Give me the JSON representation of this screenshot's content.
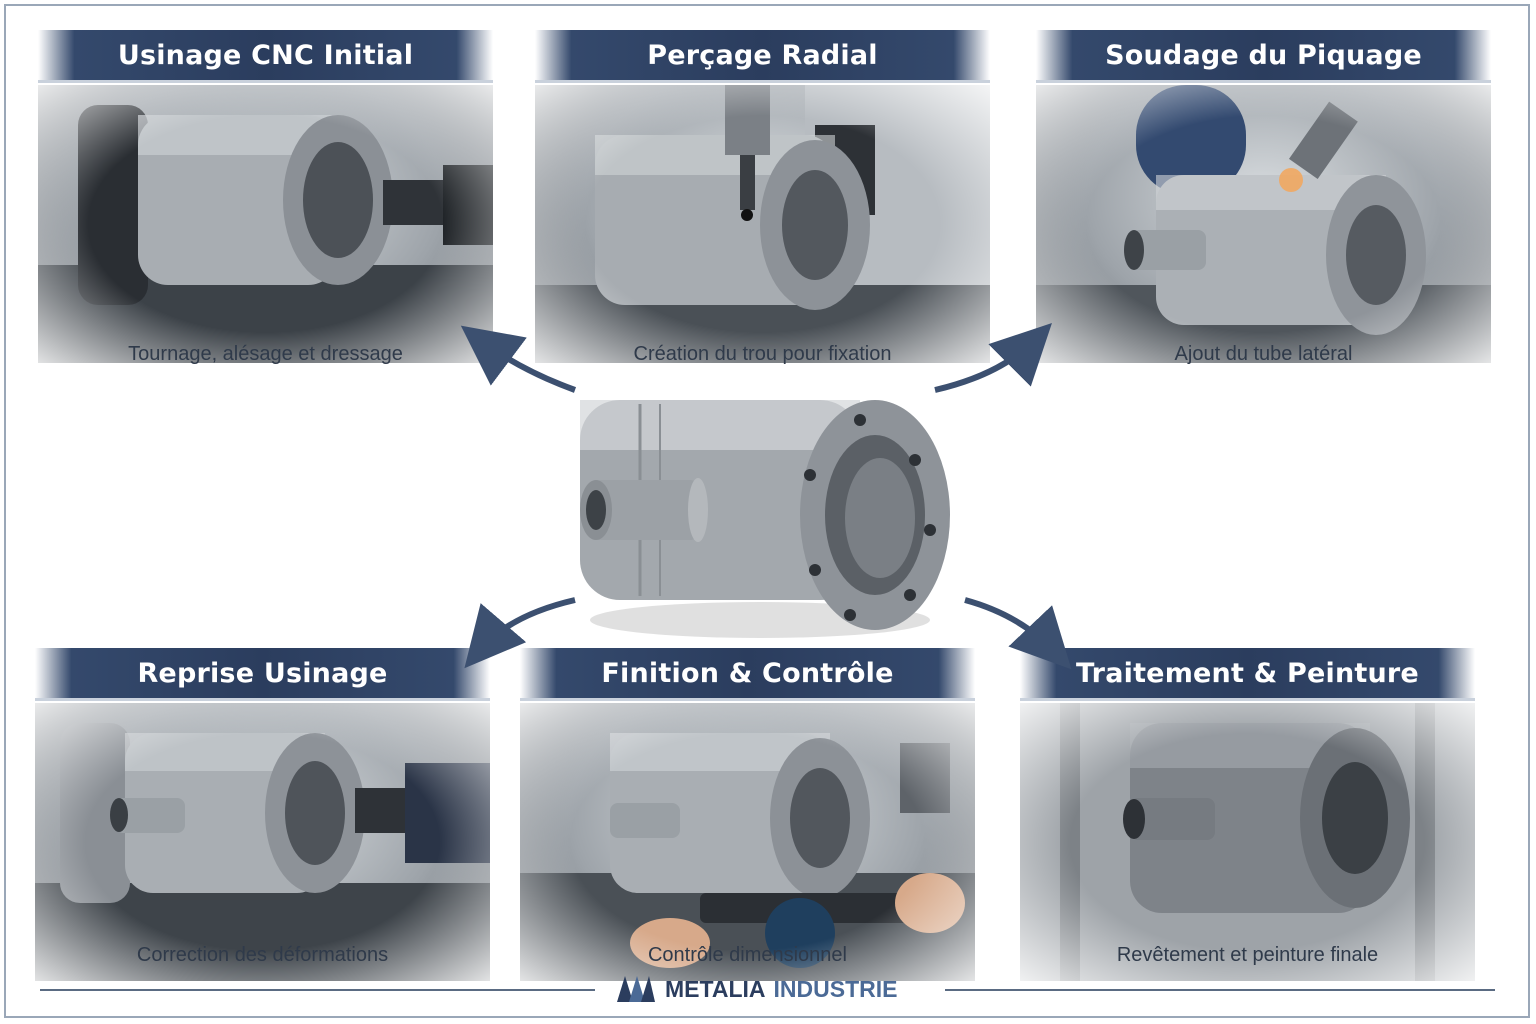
{
  "steps": [
    {
      "title": "Usinage CNC Initial",
      "caption": "Tournage, alésage et dressage"
    },
    {
      "title": "Perçage Radial",
      "caption": "Création du trou pour fixation"
    },
    {
      "title": "Soudage du Piquage",
      "caption": "Ajout du tube latéral"
    },
    {
      "title": "Reprise Usinage",
      "caption": "Correction des déformations"
    },
    {
      "title": "Finition & Contrôle",
      "caption": "Contrôle dimensionnel"
    },
    {
      "title": "Traitement & Peinture",
      "caption": "Revêtement et peinture finale"
    }
  ],
  "footer": {
    "brand_part1": "METALIA",
    "brand_part2": "INDUSTRIE",
    "logo_icon": "metalia-logo-icon"
  },
  "colors": {
    "banner": "#2b3d5e",
    "arrow": "#3c5070",
    "caption": "#2f3a4a"
  }
}
